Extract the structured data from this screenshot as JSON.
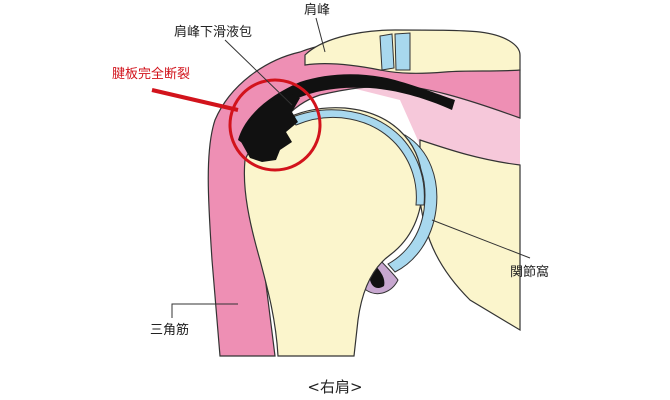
{
  "labels": {
    "acromion": "肩峰",
    "bursa": "肩峰下滑液包",
    "tear": "腱板完全断裂",
    "glenoid": "関節窩",
    "deltoid": "三角筋"
  },
  "caption": "<右肩>",
  "colors": {
    "bone": "#fbf5cc",
    "muscle": "#ee8fb4",
    "muscle_light": "#f6c8da",
    "cartilage": "#a8d8ee",
    "tendon": "#111111",
    "capsule": "#c7a7cf",
    "accent": "#d2131c",
    "outline": "#333333"
  }
}
